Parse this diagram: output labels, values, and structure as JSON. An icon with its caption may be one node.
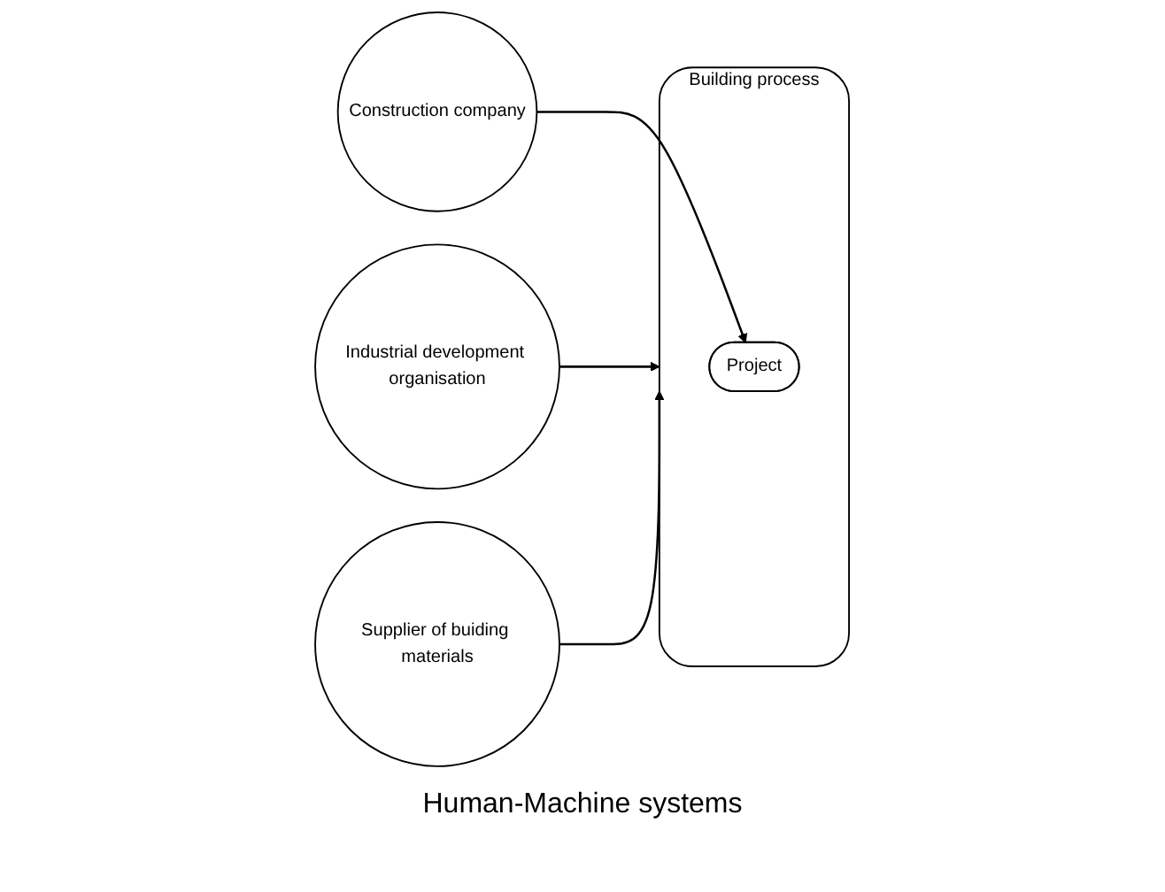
{
  "diagram": {
    "nodes": [
      {
        "text": [
          "Industrial development organisation"
        ]
      },
      {
        "text": [
          "Supplier of buiding materials"
        ]
      },
      {
        "text": [
          "Construction company"
        ]
      },
      {
        "text": [
          "Building process"
        ]
      },
      {
        "text": [
          "Project"
        ],
        "in": 3
      }
    ],
    "edges": [
      {
        "from": 0,
        "to": 3,
        "arrow": "to"
      },
      {
        "from": 1,
        "to": 3,
        "arrow": "to"
      },
      {
        "from": 2,
        "to": 4,
        "arrow": "to"
      }
    ],
    "labels": [
      "Human-Machine systems"
    ]
  }
}
